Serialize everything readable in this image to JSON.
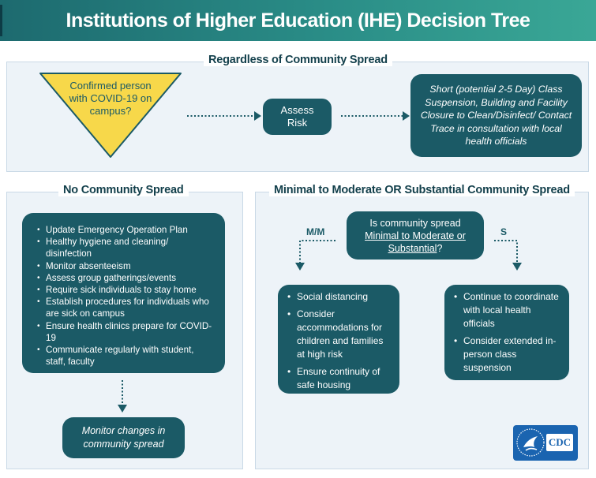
{
  "title": "Institutions of Higher Education (IHE) Decision Tree",
  "sections": {
    "regardless": {
      "title": "Regardless of Community Spread",
      "decision_question": "Confirmed person with COVID-19 on campus?",
      "assess_risk": "Assess Risk",
      "action": "Short (potential 2-5 Day) Class Suspension, Building and Facility Closure to Clean/Disinfect/ Contact Trace in consultation with local health officials"
    },
    "no_spread": {
      "title": "No Community Spread",
      "items": [
        "Update Emergency Operation Plan",
        "Healthy hygiene and cleaning/ disinfection",
        "Monitor absenteeism",
        "Assess group gatherings/events",
        "Require sick individuals to stay home",
        "Establish procedures for individuals who are sick on campus",
        "Ensure health clinics prepare for COVID-19",
        "Communicate regularly with student, staff, faculty"
      ],
      "monitor": "Monitor changes in community spread"
    },
    "spread": {
      "title": "Minimal to Moderate OR Substantial Community Spread",
      "question_prefix": "Is community spread",
      "question_option1": "Minimal to Moderate or",
      "question_option2": "Substantial",
      "question_suffix": "?",
      "branch_mm": "M/M",
      "branch_s": "S",
      "mm_items": [
        "Social distancing",
        "Consider accommodations for children and families at high risk",
        "Ensure continuity of safe housing"
      ],
      "s_items": [
        "Continue to coordinate with local health officials",
        "Consider extended in-person class suspension"
      ]
    }
  },
  "logo": {
    "text": "CDC",
    "icon": "hhs-eagle-icon"
  },
  "colors": {
    "header_start": "#1d6a6f",
    "header_end": "#3aa796",
    "box": "#1b5a66",
    "panel": "#edf3f8",
    "diamond": "#f7d84a",
    "title_text": "#123f4b",
    "logo_blue": "#1a64b0"
  }
}
